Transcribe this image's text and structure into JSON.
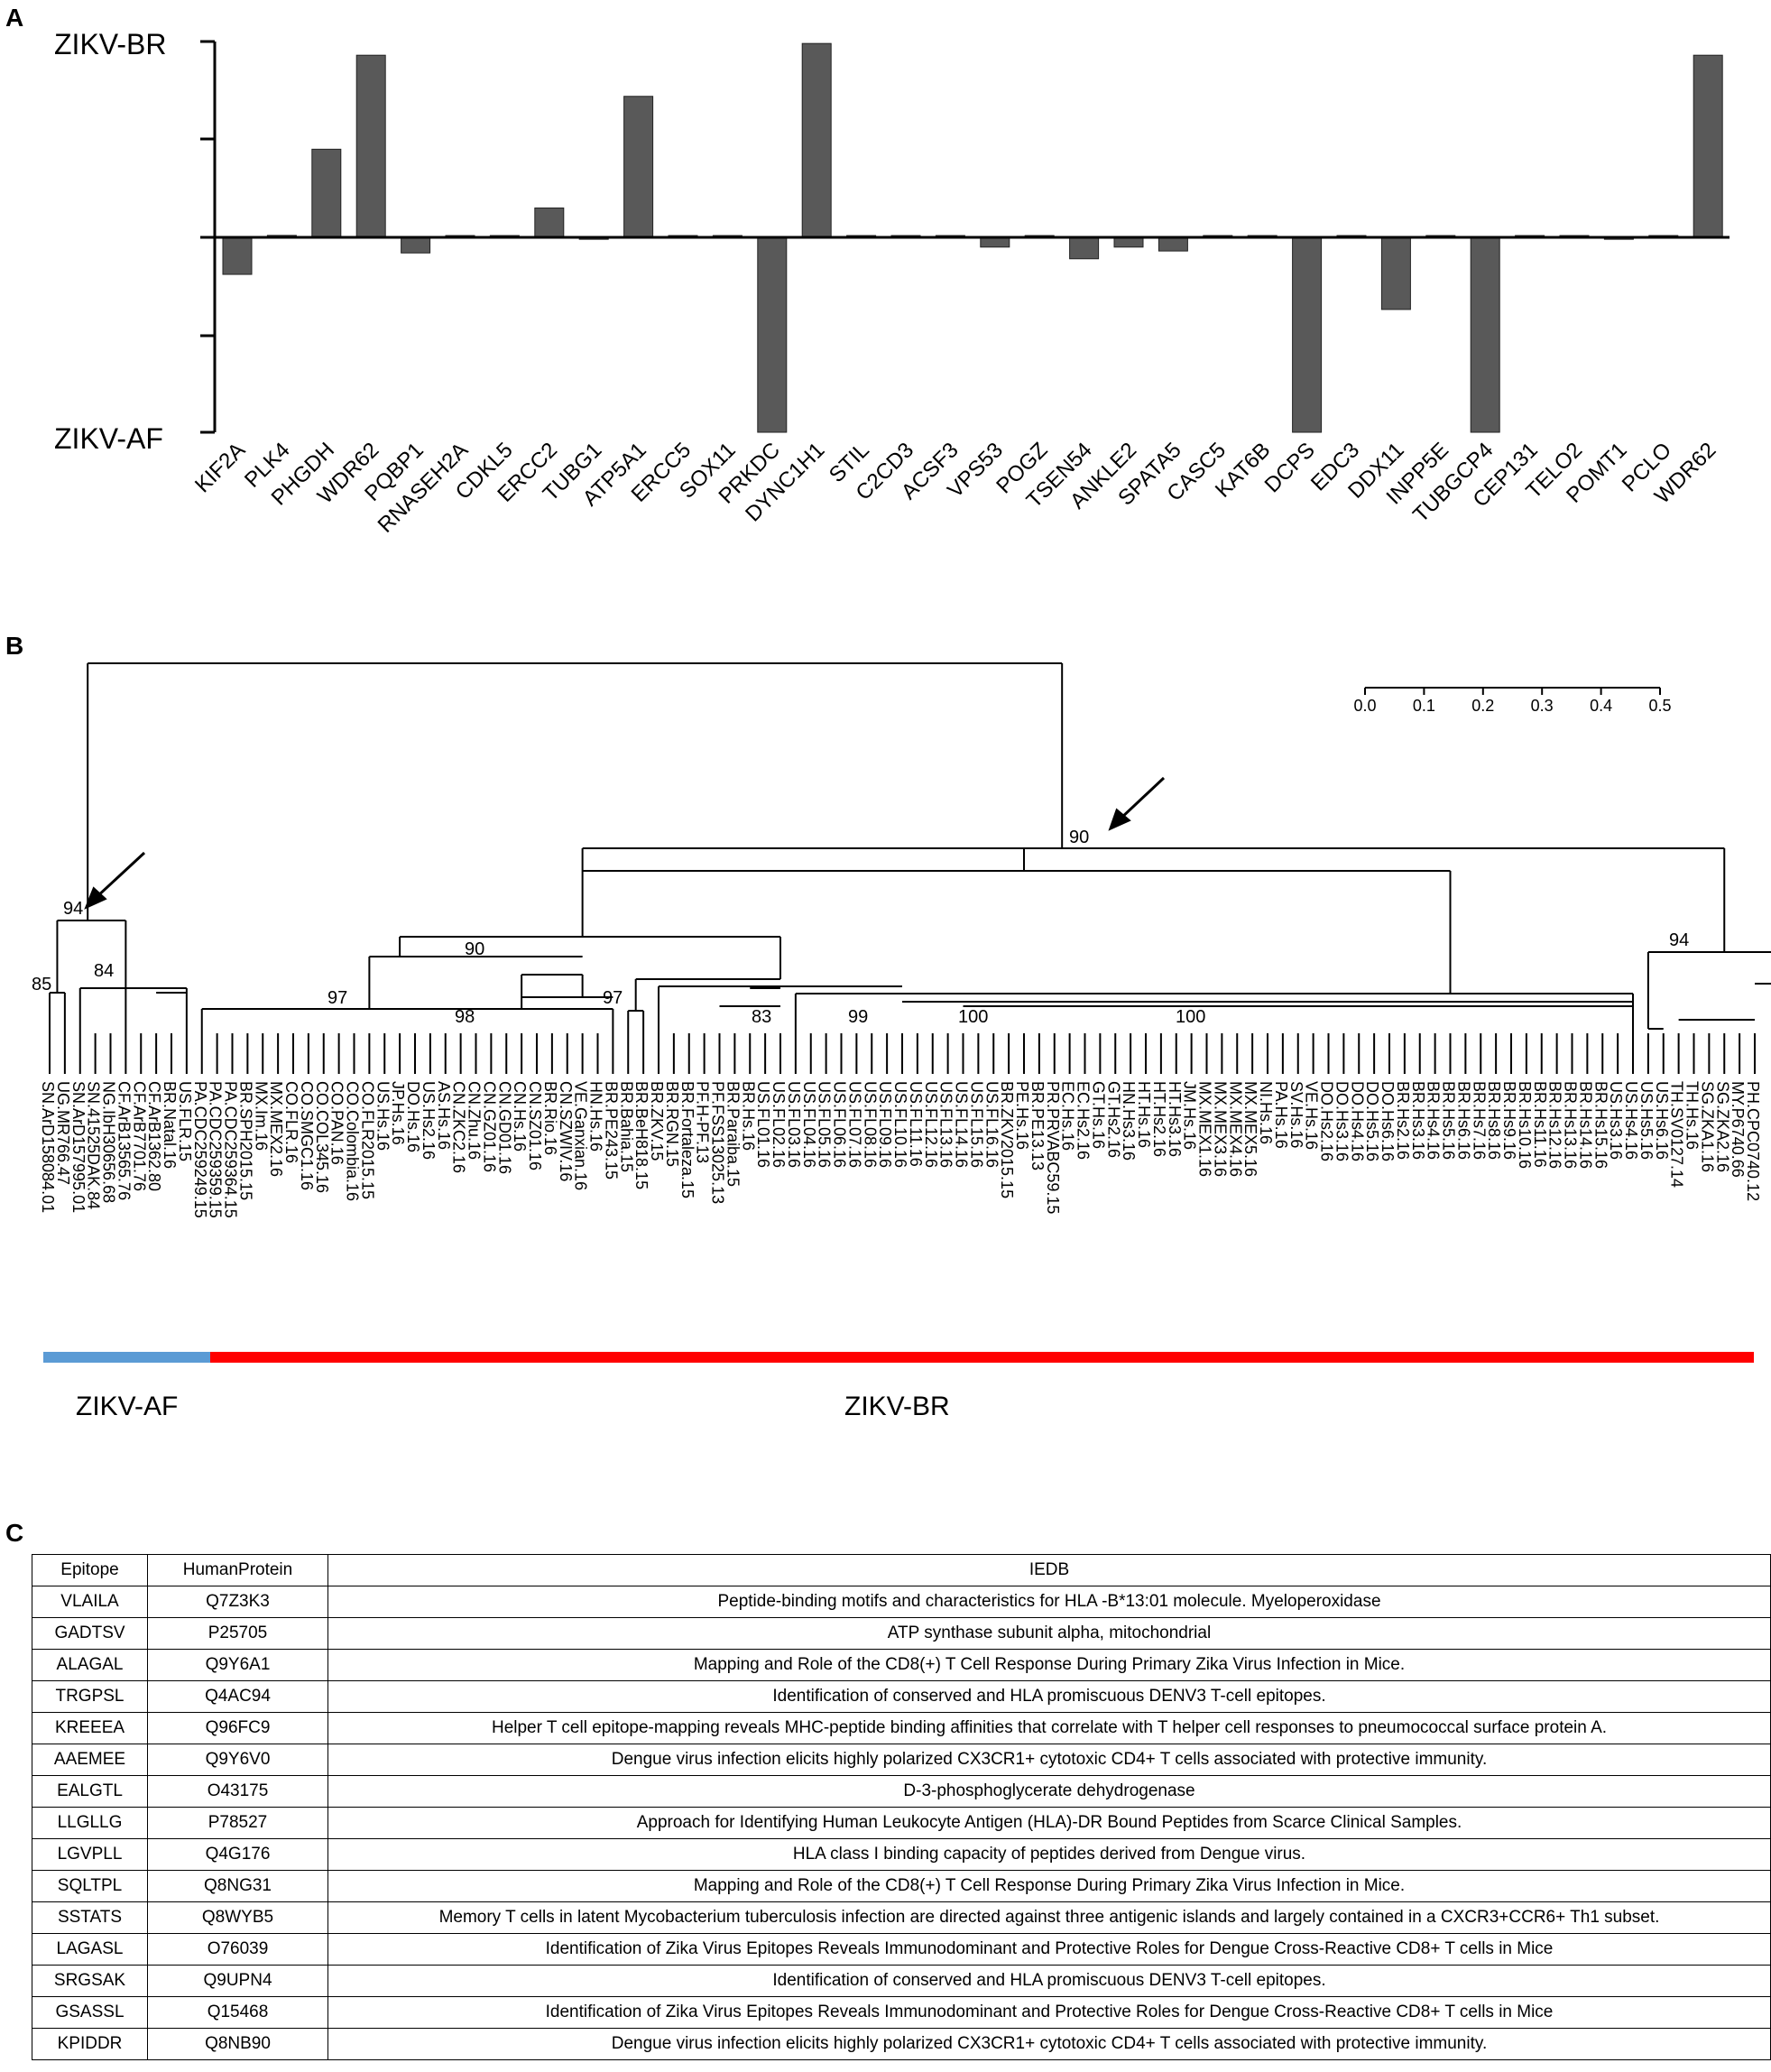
{
  "panels": {
    "a": "A",
    "b": "B",
    "c": "C"
  },
  "chart_data": {
    "type": "bar",
    "ylabel_top": "ZIKV-BR",
    "ylabel_bottom": "ZIKV-AF",
    "ylim": [
      -1,
      1
    ],
    "categories": [
      "KIF2A",
      "PLK4",
      "PHGDH",
      "WDR62",
      "PQBP1",
      "RNASEH2A",
      "CDKL5",
      "ERCC2",
      "TUBG1",
      "ATP5A1",
      "ERCC5",
      "SOX11",
      "PRKDC",
      "DYNC1H1",
      "STIL",
      "C2CD3",
      "ACSF3",
      "VPS53",
      "POGZ",
      "TSEN54",
      "ANKLE2",
      "SPATA5",
      "CASC5",
      "KAT6B",
      "DCPS",
      "EDC3",
      "DDX11",
      "INPP5E",
      "TUBGCP4",
      "CEP131",
      "TELO2",
      "POMT1",
      "PCLO",
      "WDR62"
    ],
    "values": [
      -0.19,
      0.01,
      0.45,
      0.93,
      -0.08,
      0.005,
      0,
      0.15,
      -0.01,
      0.72,
      0.005,
      0.005,
      -1.0,
      0.99,
      0,
      0.005,
      0.005,
      -0.05,
      0,
      -0.11,
      -0.05,
      -0.07,
      0,
      0,
      -1.0,
      0,
      -0.37,
      0.005,
      -1.0,
      0,
      0,
      -0.01,
      0,
      0.93
    ],
    "color": "#595959"
  },
  "tree": {
    "scale_ticks": [
      "0.0",
      "0.1",
      "0.2",
      "0.3",
      "0.4",
      "0.5"
    ],
    "bootstrap": [
      "94",
      "85",
      "84",
      "90",
      "90",
      "97",
      "97",
      "98",
      "83",
      "99",
      "100",
      "100",
      "94"
    ],
    "group_af": "ZIKV-AF",
    "group_br": "ZIKV-BR",
    "color_af": "#5b9bd5",
    "color_br": "#ff0000",
    "leaves": [
      "SN.ArD158084.01",
      "UG.MR766.47",
      "SN.ArD157995.01",
      "SN.41525DAK.84",
      "NG.IbH30656.68",
      "CF.ArB13565.76",
      "CF.ArB7701.76",
      "CF.ArB1362.80",
      "BR.Natal.16",
      "US.FLR.15",
      "PA.CDC259249.15",
      "PA.CDC259359.15",
      "PA.CDC259364.15",
      "BR.SPH2015.15",
      "MX.Im.16",
      "MX.MEX2.16",
      "CO.FLR.16",
      "CO.SMGC1.16",
      "CO.COL345.16",
      "CO.PAN.16",
      "CO.Colombia.16",
      "CO.FLR2015.15",
      "US.Hs.16",
      "JP.Hs.16",
      "DO.Hs.16",
      "US.Hs2.16",
      "AS.Hs.16",
      "CN.ZKC2.16",
      "CN.Zhu.16",
      "CN.GZ01.16",
      "CN.GD01.16",
      "CN.Hs.16",
      "CN.SZ01.16",
      "BR.Rio.16",
      "CN.SZWIV.16",
      "VE.Ganxian.16",
      "HN.Hs.16",
      "BR.PE243.15",
      "BR.Bahia.15",
      "BR.BeH818.15",
      "BR.ZKV.15",
      "BR.RGN.15",
      "BR.Fortaleza.15",
      "PF.H-PF.13",
      "PF.FSS13025.13",
      "BR.Paraiba.15",
      "BR.Hs.16",
      "US.FL01.16",
      "US.FL02.16",
      "US.FL03.16",
      "US.FL04.16",
      "US.FL05.16",
      "US.FL06.16",
      "US.FL07.16",
      "US.FL08.16",
      "US.FL09.16",
      "US.FL10.16",
      "US.FL11.16",
      "US.FL12.16",
      "US.FL13.16",
      "US.FL14.16",
      "US.FL15.16",
      "US.FL16.16",
      "BR.ZKV2015.15",
      "PE.Hs.16",
      "BR.PE13.13",
      "PR.PRVABC59.15",
      "EC.Hs.16",
      "EC.Hs2.16",
      "GT.Hs.16",
      "GT.Hs2.16",
      "HN.Hs3.16",
      "HT.Hs.16",
      "HT.Hs2.16",
      "HT.Hs3.16",
      "JM.Hs.16",
      "MX.MEX1.16",
      "MX.MEX3.16",
      "MX.MEX4.16",
      "MX.MEX5.16",
      "NI.Hs.16",
      "PA.Hs.16",
      "SV.Hs.16",
      "VE.Hs.16",
      "DO.Hs2.16",
      "DO.Hs3.16",
      "DO.Hs4.16",
      "DO.Hs5.16",
      "DO.Hs6.16",
      "BR.Hs2.16",
      "BR.Hs3.16",
      "BR.Hs4.16",
      "BR.Hs5.16",
      "BR.Hs6.16",
      "BR.Hs7.16",
      "BR.Hs8.16",
      "BR.Hs9.16",
      "BR.Hs10.16",
      "BR.Hs11.16",
      "BR.Hs12.16",
      "BR.Hs13.16",
      "BR.Hs14.16",
      "BR.Hs15.16",
      "US.Hs3.16",
      "US.Hs4.16",
      "US.Hs5.16",
      "US.Hs6.16",
      "TH.SV0127.14",
      "TH.Hs.16",
      "SG.ZKA1.16",
      "SG.ZKA2.16",
      "MY.P6740.66",
      "PH.CPC0740.12"
    ]
  },
  "table": {
    "headers": [
      "Epitope",
      "HumanProtein",
      "IEDB"
    ],
    "rows": [
      [
        "VLAILA",
        "Q7Z3K3",
        "Peptide-binding motifs and characteristics for HLA -B*13:01 molecule. Myeloperoxidase"
      ],
      [
        "GADTSV",
        "P25705",
        "ATP synthase subunit alpha, mitochondrial"
      ],
      [
        "ALAGAL",
        "Q9Y6A1",
        "Mapping and Role of the CD8(+) T Cell Response During Primary Zika Virus Infection in Mice."
      ],
      [
        "TRGPSL",
        "Q4AC94",
        "Identification of conserved and HLA promiscuous DENV3 T-cell epitopes."
      ],
      [
        "KREEEA",
        "Q96FC9",
        "Helper T cell epitope-mapping reveals MHC-peptide binding affinities that correlate with T helper cell responses to pneumococcal surface protein A."
      ],
      [
        "AAEMEE",
        "Q9Y6V0",
        "Dengue virus infection elicits highly polarized CX3CR1+ cytotoxic CD4+ T cells associated with protective immunity."
      ],
      [
        "EALGTL",
        "O43175",
        "D-3-phosphoglycerate dehydrogenase"
      ],
      [
        "LLGLLG",
        "P78527",
        "Approach for Identifying Human Leukocyte Antigen (HLA)-DR Bound Peptides from Scarce Clinical Samples."
      ],
      [
        "LGVPLL",
        "Q4G176",
        "HLA class I binding capacity of peptides derived from Dengue virus."
      ],
      [
        "SQLTPL",
        "Q8NG31",
        "Mapping and Role of the CD8(+) T Cell Response During Primary Zika Virus Infection in Mice."
      ],
      [
        "SSTATS",
        "Q8WYB5",
        "Memory T cells in latent Mycobacterium tuberculosis infection are directed against three antigenic islands and largely contained in a CXCR3+CCR6+ Th1 subset."
      ],
      [
        "LAGASL",
        "O76039",
        "Identification of Zika Virus Epitopes Reveals Immunodominant and Protective Roles for Dengue Cross-Reactive CD8+ T cells in Mice"
      ],
      [
        "SRGSAK",
        "Q9UPN4",
        "Identification of conserved and HLA promiscuous DENV3 T-cell epitopes."
      ],
      [
        "GSASSL",
        "Q15468",
        "Identification of Zika Virus Epitopes Reveals Immunodominant and Protective Roles for Dengue Cross-Reactive CD8+ T cells in Mice"
      ],
      [
        "KPIDDR",
        "Q8NB90",
        "Dengue virus infection elicits highly polarized CX3CR1+ cytotoxic CD4+ T cells associated with protective immunity."
      ]
    ]
  }
}
